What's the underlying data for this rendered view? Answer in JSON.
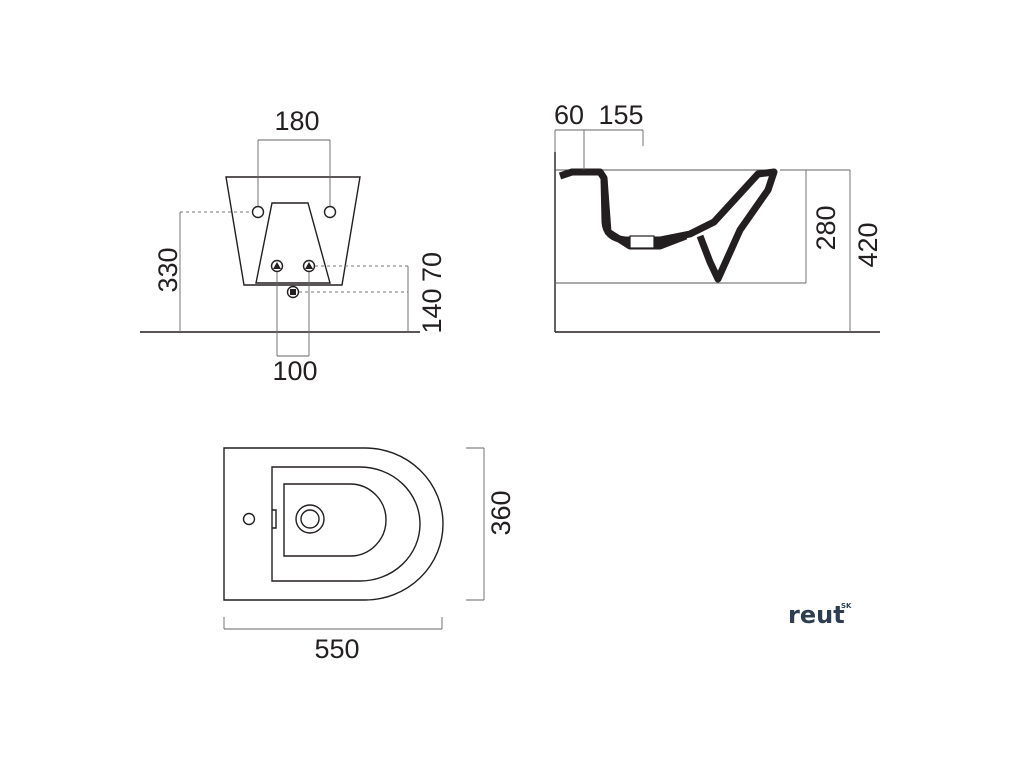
{
  "front_view": {
    "dim_top": "180",
    "dim_left": "330",
    "dim_right_upper": "70",
    "dim_right_lower": "140",
    "dim_bottom": "100"
  },
  "side_view": {
    "dim_left_top": "60",
    "dim_right_top": "155",
    "dim_inner_height": "280",
    "dim_outer_height": "420"
  },
  "top_view": {
    "dim_width": "360",
    "dim_length": "550"
  },
  "brand": {
    "name": "reut",
    "superscript": "SK"
  }
}
